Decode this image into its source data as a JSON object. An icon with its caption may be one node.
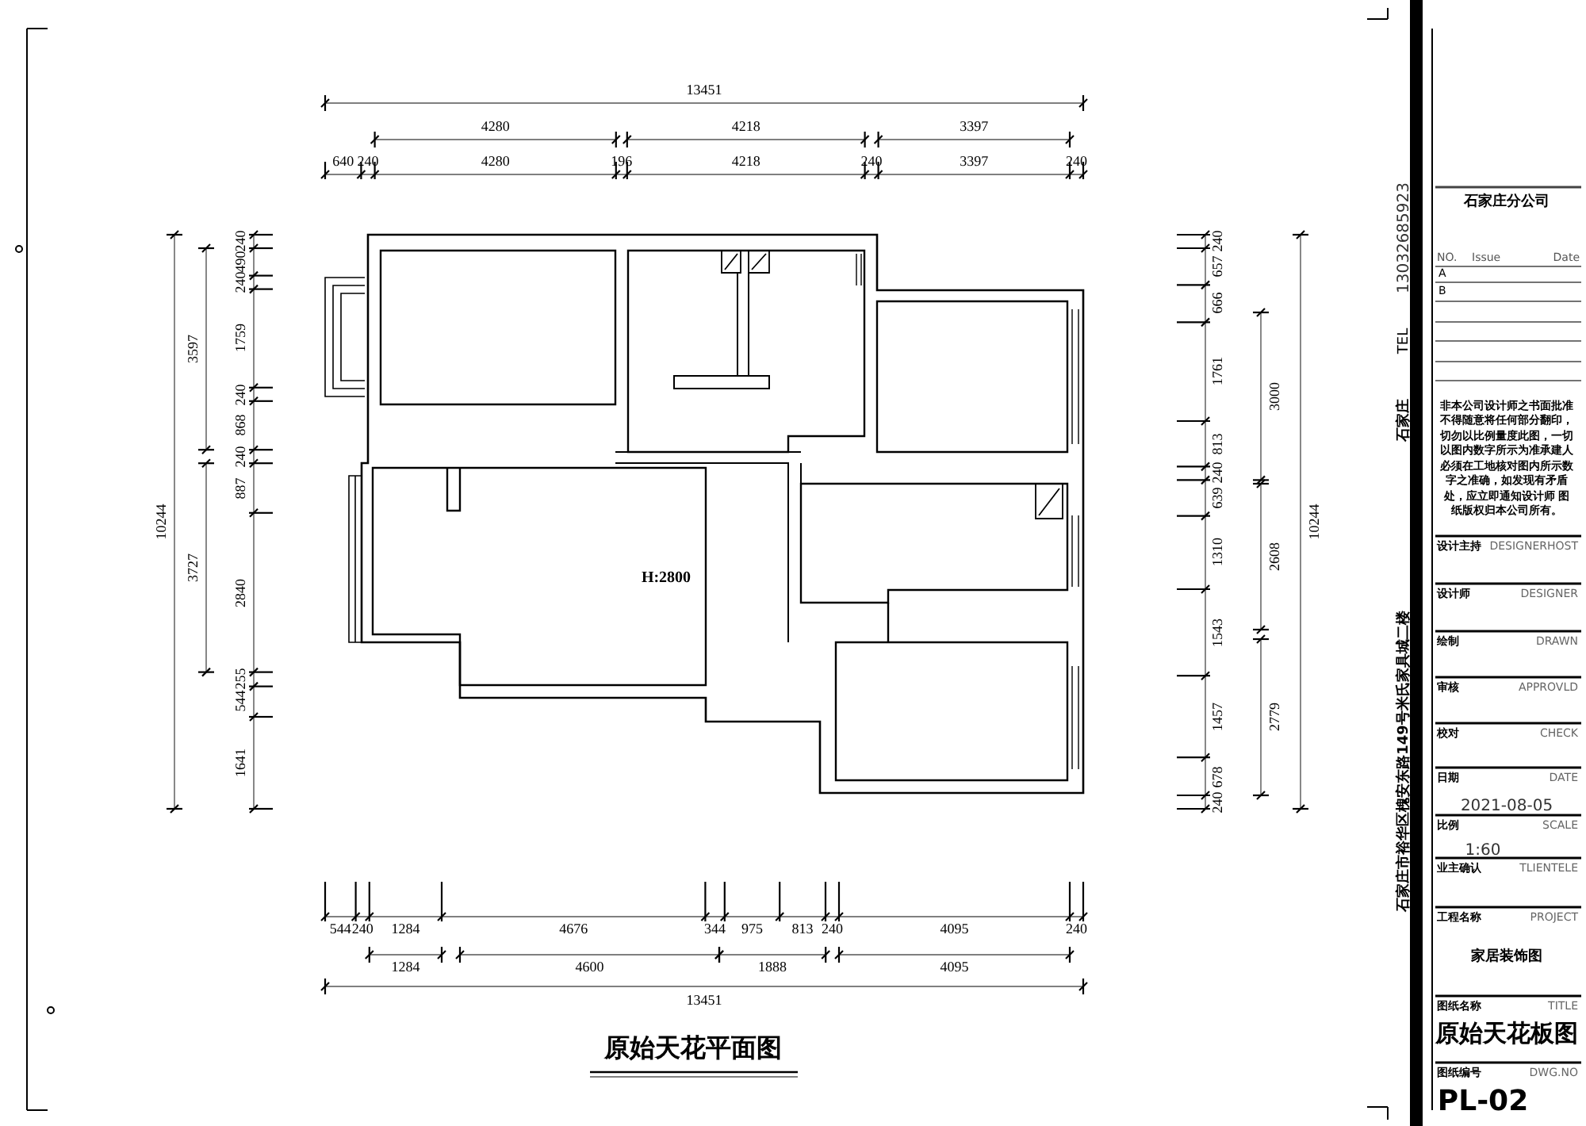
{
  "diagram": {
    "title": "原始天花平面图",
    "labels": [
      "13451",
      "4280",
      "4218",
      "3397",
      "640",
      "240",
      "4280",
      "196",
      "4218",
      "240",
      "3397",
      "240",
      "10244",
      "3597",
      "3727",
      "240",
      "490",
      "240",
      "1759",
      "240",
      "868",
      "240",
      "887",
      "2840",
      "255",
      "544",
      "1641",
      "240",
      "657",
      "666",
      "1761",
      "813",
      "240",
      "639",
      "1310",
      "1543",
      "1457",
      "678",
      "240",
      "3000",
      "2608",
      "2779",
      "10244",
      "H:2800",
      "544",
      "240",
      "1284",
      "4676",
      "344",
      "975",
      "813",
      "240",
      "4095",
      "240",
      "1284",
      "4600",
      "1888",
      "4095",
      "13451",
      "石家庄市裕华区槐安东路149号米氏家具城二楼",
      "石家庄",
      "TEL",
      "13032685923",
      "石家庄分公司",
      "NO.",
      "Issue",
      "Date",
      "A",
      "B",
      "非本公司设计师之书面批准不得随意将任何部分翻印，切勿以比例量度此图，一切以图内数字所示为准承建人必须在工地核对图内所示数字之准确，如发现有矛盾处，应立即通知设计师 图纸版权归本公司所有。",
      "设计主持",
      "DESIGNERHOST",
      "设计师",
      "DESIGNER",
      "绘制",
      "DRAWN",
      "审核",
      "APPROVLD",
      "校对",
      "CHECK",
      "日期",
      "DATE",
      "2021-08-05",
      "比例",
      "SCALE",
      "1:60",
      "业主确认",
      "TLIENTELE",
      "工程名称",
      "PROJECT",
      "家居装饰图",
      "图纸名称",
      "TITLE",
      "原始天花板图",
      "图纸编号",
      "DWG.NO",
      "PL-02"
    ]
  }
}
